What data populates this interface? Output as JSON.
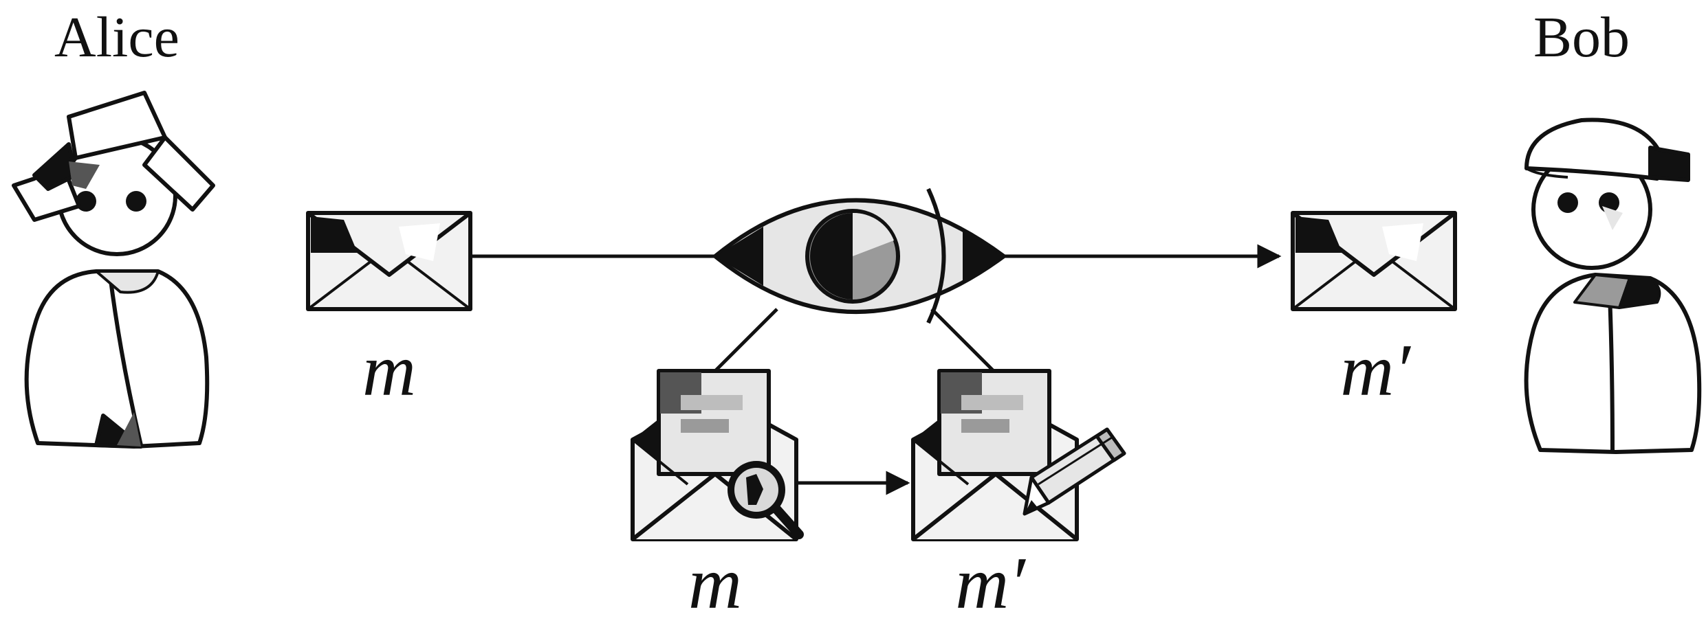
{
  "actors": {
    "sender": "Alice",
    "receiver": "Bob"
  },
  "labels": {
    "original_message": "m",
    "modified_message": "m′",
    "inspected_message": "m",
    "altered_message": "m′"
  },
  "icons": {
    "sender": "person-icon",
    "receiver": "person-icon",
    "eavesdropper": "eye-icon",
    "message": "envelope-icon",
    "inspect": "magnifier-icon",
    "modify": "pencil-icon"
  },
  "colors": {
    "ink": "#111111",
    "light_gray": "#e6e6e6",
    "mid_gray": "#9a9a9a",
    "dark_gray": "#555555"
  }
}
